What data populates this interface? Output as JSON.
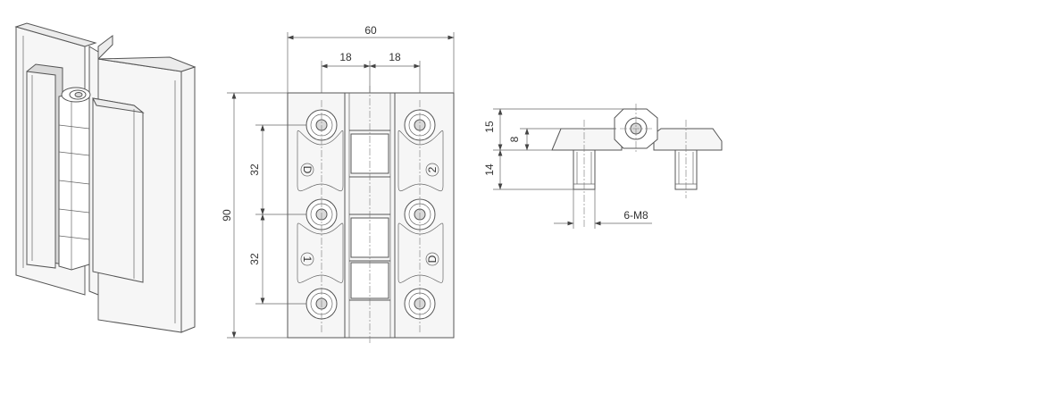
{
  "front_view": {
    "overall_width": "60",
    "hole_offset_left": "18",
    "hole_offset_right": "18",
    "overall_height": "90",
    "hole_pitch_upper": "32",
    "hole_pitch_lower": "32",
    "marks": [
      "D",
      "1",
      "2",
      "D"
    ]
  },
  "side_view": {
    "height_upper": "15",
    "knuckle_height": "8",
    "stud_length": "14",
    "thread_label": "6-M8"
  },
  "colors": {
    "line": "#555555",
    "fill": "#f6f6f6",
    "shade": "#d9d9d9"
  }
}
